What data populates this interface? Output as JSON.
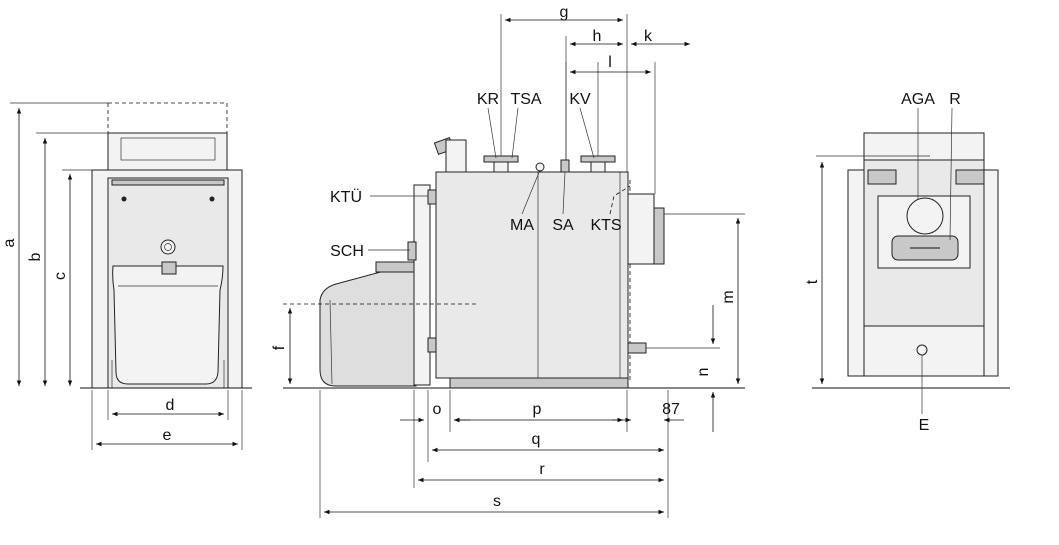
{
  "drawing": {
    "labels": {
      "a": "a",
      "b": "b",
      "c": "c",
      "d": "d",
      "e": "e",
      "f": "f",
      "g": "g",
      "h": "h",
      "k": "k",
      "l": "l",
      "m": "m",
      "n": "n",
      "o": "o",
      "p": "p",
      "q": "q",
      "r": "r",
      "s": "s",
      "t": "t",
      "dim87": "87",
      "KR": "KR",
      "TSA": "TSA",
      "KV": "KV",
      "KTU": "KTÜ",
      "SCH": "SCH",
      "MA": "MA",
      "SA": "SA",
      "KTS": "KTS",
      "AGA": "AGA",
      "R": "R",
      "E": "E"
    }
  }
}
